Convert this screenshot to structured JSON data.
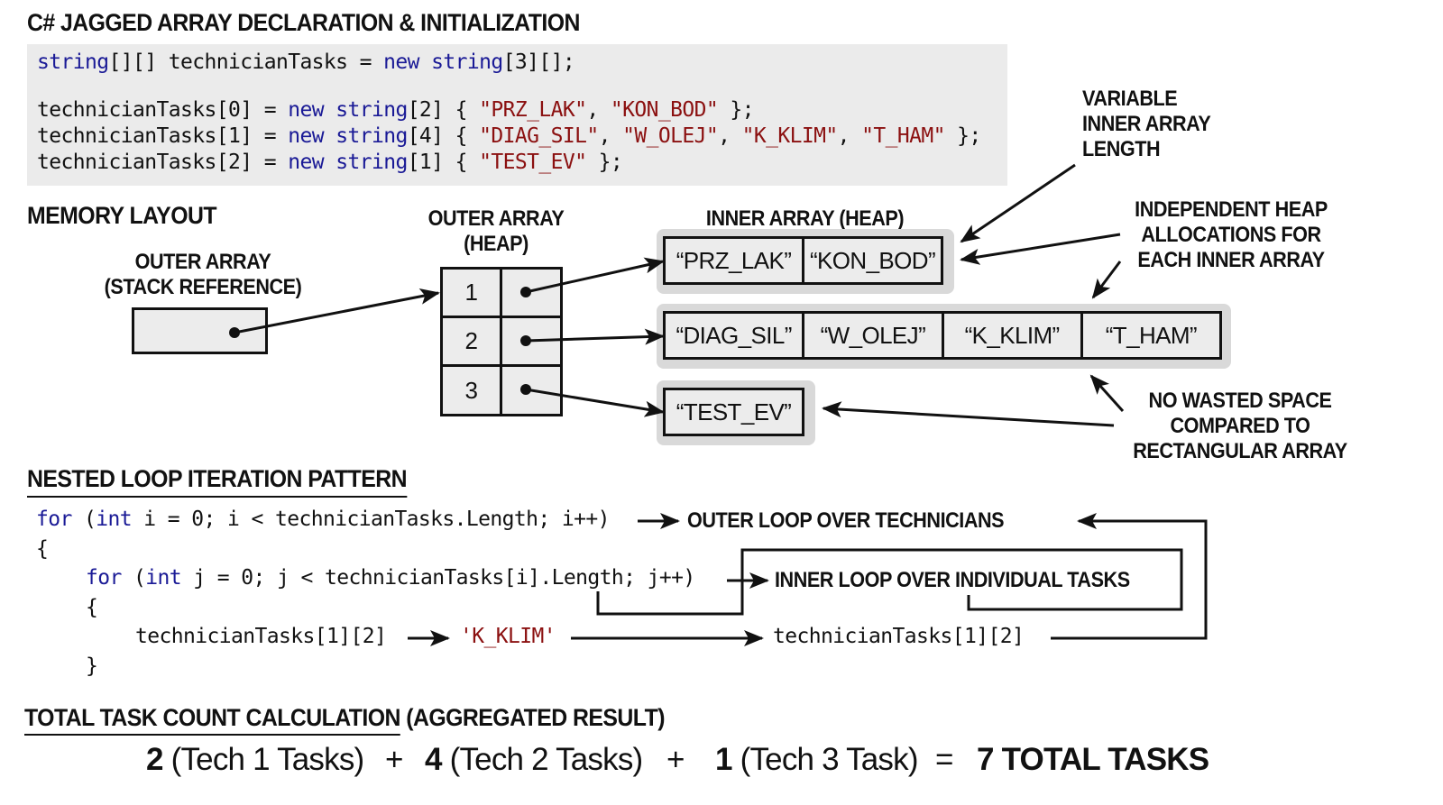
{
  "title": "C# JAGGED ARRAY DECLARATION & INITIALIZATION",
  "declaration_code": {
    "line0": {
      "type1": "string",
      "rest1": "[][] technicianTasks = ",
      "kw": "new",
      "sp": " ",
      "type2": "string",
      "rest2": "[3][];"
    },
    "lines": [
      {
        "prefix": "technicianTasks[0] = ",
        "kw": "new",
        "type": "string",
        "size": "[2] { ",
        "values": [
          "\"PRZ_LAK\"",
          "\"KON_BOD\""
        ],
        "suffix": " };"
      },
      {
        "prefix": "technicianTasks[1] = ",
        "kw": "new",
        "type": "string",
        "size": "[4] { ",
        "values": [
          "\"DIAG_SIL\"",
          "\"W_OLEJ\"",
          "\"K_KLIM\"",
          "\"T_HAM\""
        ],
        "suffix": " };"
      },
      {
        "prefix": "technicianTasks[2] = ",
        "kw": "new",
        "type": "string",
        "size": "[1] { ",
        "values": [
          "\"TEST_EV\""
        ],
        "suffix": " };"
      }
    ]
  },
  "memory_layout": {
    "heading": "MEMORY LAYOUT",
    "stack_label_line1": "OUTER ARRAY",
    "stack_label_line2": "(STACK REFERENCE)",
    "outer_heap_label_line1": "OUTER ARRAY",
    "outer_heap_label_line2": "(HEAP)",
    "outer_indices": [
      "1",
      "2",
      "3"
    ],
    "inner_heap_label": "INNER ARRAY (HEAP)",
    "inner_arrays": [
      [
        "“PRZ_LAK”",
        "“KON_BOD”"
      ],
      [
        "“DIAG_SIL”",
        "“W_OLEJ”",
        "“K_KLIM”",
        "“T_HAM”"
      ],
      [
        "“TEST_EV”"
      ]
    ],
    "annotations": {
      "variable_length": [
        "VARIABLE",
        "INNER ARRAY",
        "LENGTH"
      ],
      "independent_alloc": [
        "INDEPENDENT HEAP",
        "ALLOCATIONS FOR",
        "EACH INNER ARRAY"
      ],
      "no_waste": [
        "NO WASTED SPACE",
        "COMPARED TO",
        "RECTANGULAR ARRAY"
      ]
    }
  },
  "nested_loop": {
    "heading": "NESTED LOOP ITERATION PATTERN",
    "outer_for": {
      "kw": "for",
      "open": " (",
      "type": "int",
      "rest": " i = 0; i < technicianTasks.Length; i++)"
    },
    "open_brace_outer": "{",
    "inner_for": {
      "kw": "for",
      "open": " (",
      "type": "int",
      "rest": " j = 0; j < technicianTasks[i].Length; j++)"
    },
    "open_brace_inner": "{",
    "access_expr": "technicianTasks[1][2]",
    "access_result": "'K_KLIM'",
    "close_brace_inner": "}",
    "outer_loop_label": "OUTER LOOP OVER TECHNICIANS",
    "inner_loop_label": "INNER LOOP OVER INDIVIDUAL TASKS",
    "access_expr_right": "technicianTasks[1][2]"
  },
  "total": {
    "heading_underlined": "TOTAL TASK COUNT CALCULATION",
    "heading_rest": " (AGGREGATED RESULT)",
    "terms": [
      {
        "count": "2",
        "label": " (Tech 1 Tasks)"
      },
      {
        "count": "4",
        "label": " (Tech 2 Tasks)"
      },
      {
        "count": "1",
        "label": " (Tech 3 Task)"
      }
    ],
    "plus": "+",
    "equals": "=",
    "result": "7 TOTAL TASKS"
  },
  "colors": {
    "keyword": "#1a1a96",
    "string_literal": "#8b1010",
    "code_background": "#ebebeb",
    "array_group_background": "#d9d9d9",
    "cell_background": "#ececec"
  }
}
